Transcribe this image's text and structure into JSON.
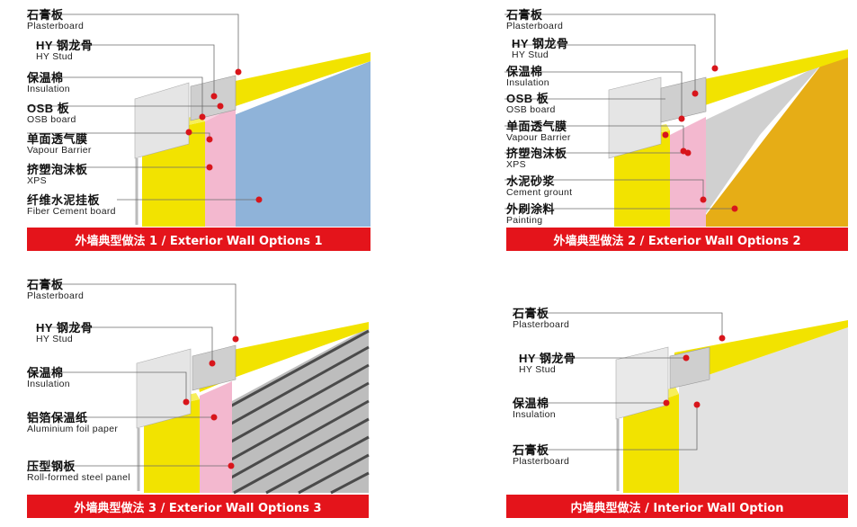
{
  "panels": [
    {
      "title": "外墙典型做法 1 / Exterior Wall Options 1",
      "labels": [
        {
          "zh": "石膏板",
          "en": "Plasterboard"
        },
        {
          "zh": "HY 钢龙骨",
          "en": "HY Stud"
        },
        {
          "zh": "保温棉",
          "en": "Insulation"
        },
        {
          "zh": "OSB 板",
          "en": "OSB board"
        },
        {
          "zh": "单面透气膜",
          "en": "Vapour Barrier"
        },
        {
          "zh": "挤塑泡沫板",
          "en": "XPS"
        },
        {
          "zh": "纤维水泥挂板",
          "en": "Fiber Cement board"
        }
      ]
    },
    {
      "title": "外墙典型做法 2 / Exterior Wall Options 2",
      "labels": [
        {
          "zh": "石膏板",
          "en": "Plasterboard"
        },
        {
          "zh": "HY 钢龙骨",
          "en": "HY Stud"
        },
        {
          "zh": "保温棉",
          "en": "Insulation"
        },
        {
          "zh": "OSB 板",
          "en": "OSB board"
        },
        {
          "zh": "单面透气膜",
          "en": "Vapour Barrier"
        },
        {
          "zh": "挤塑泡沫板",
          "en": "XPS"
        },
        {
          "zh": "水泥砂浆",
          "en": "Cement grount"
        },
        {
          "zh": "外刷涂料",
          "en": "Painting"
        }
      ]
    },
    {
      "title": "外墙典型做法 3 / Exterior Wall Options 3",
      "labels": [
        {
          "zh": "石膏板",
          "en": "Plasterboard"
        },
        {
          "zh": "HY 钢龙骨",
          "en": "HY Stud"
        },
        {
          "zh": "保温棉",
          "en": "Insulation"
        },
        {
          "zh": "铝箔保温纸",
          "en": "Aluminium foil paper"
        },
        {
          "zh": "压型钢板",
          "en": "Roll-formed steel panel"
        }
      ]
    },
    {
      "title": "内墙典型做法 / Interior Wall Option",
      "labels": [
        {
          "zh": "石膏板",
          "en": "Plasterboard"
        },
        {
          "zh": "HY 钢龙骨",
          "en": "HY Stud"
        },
        {
          "zh": "保温棉",
          "en": "Insulation"
        },
        {
          "zh": "石膏板",
          "en": "Plasterboard"
        }
      ]
    }
  ],
  "colors": {
    "banner": "#e4141b",
    "insulation": "#f2e300",
    "xps": "#f3b8cf",
    "fiber_cement": "#8fb3d9",
    "painting": "#e6ad16",
    "plasterboard": "#e8e8e8",
    "leader_dot": "#d8151b"
  }
}
